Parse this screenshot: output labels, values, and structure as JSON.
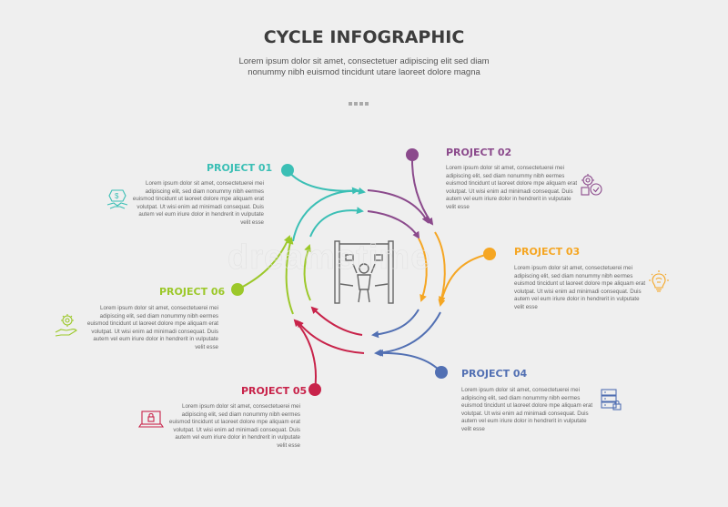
{
  "header": {
    "title": "CYCLE INFOGRAPHIC",
    "subtitle": "Lorem ipsum dolor sit amet, consectetuer adipiscing elit sed diam nonummy nibh euismod tincidunt utare laoreet dolore magna"
  },
  "projects": [
    {
      "label": "PROJECT 01",
      "color": "#3bbfb5",
      "icon": "handshake-dollar-icon",
      "text": "Lorem ipsum dolor sit amet, consectetuerei mei adipiscing elit, sed diam nonummy nibh eermes euismod tincidunt ut laoreet dolore mpe aliquam erat volutpat. Ut wisi enim ad minimadi consequat. Duis autem vel eum iriure dolor in hendrerit in vulputate velit esse"
    },
    {
      "label": "PROJECT 02",
      "color": "#8b4a8c",
      "icon": "puzzle-gear-icon",
      "text": "Lorem ipsum dolor sit amet, consectetuerei mei adipiscing elit, sed diam nonummy nibh eermes euismod tincidunt ut laoreet dolore mpe aliquam erat volutpat. Ut wisi enim ad minimadi consequat. Duis autem vel eum iriure dolor in hendrerit in vulputate velit esse"
    },
    {
      "label": "PROJECT 03",
      "color": "#f5a623",
      "icon": "lightbulb-brain-icon",
      "text": "Lorem ipsum dolor sit amet, consectetuerei mei adipiscing elit, sed diam nonummy nibh eermes euismod tincidunt ut laoreet dolore mpe aliquam erat volutpat. Ut wisi enim ad minimadi consequat. Duis autem vel eum iriure dolor in hendrerit in vulputate velit esse"
    },
    {
      "label": "PROJECT 04",
      "color": "#5270b3",
      "icon": "server-lock-icon",
      "text": "Lorem ipsum dolor sit amet, consectetuerei mei adipiscing elit, sed diam nonummy nibh eermes euismod tincidunt ut laoreet dolore mpe aliquam erat volutpat. Ut wisi enim ad minimadi consequat. Duis autem vel eum iriure dolor in hendrerit in vulputate velit esse"
    },
    {
      "label": "PROJECT 05",
      "color": "#c8234a",
      "icon": "laptop-lock-icon",
      "text": "Lorem ipsum dolor sit amet, consectetuerei mei adipiscing elit, sed diam nonummy nibh eermes euismod tincidunt ut laoreet dolore mpe aliquam erat volutpat. Ut wisi enim ad minimadi consequat. Duis autem vel eum iriure dolor in hendrerit in vulputate velit esse"
    },
    {
      "label": "PROJECT 06",
      "color": "#9cc82a",
      "icon": "hand-gear-icon",
      "text": "Lorem ipsum dolor sit amet, consectetuerei mei adipiscing elit, sed diam nonummy nibh eermes euismod tincidunt ut laoreet dolore mpe aliquam erat volutpat. Ut wisi enim ad minimadi consequat. Duis autem vel eum iriure dolor in hendrerit in vulputate velit esse"
    }
  ],
  "center_icon": "finish-line-winner-icon"
}
